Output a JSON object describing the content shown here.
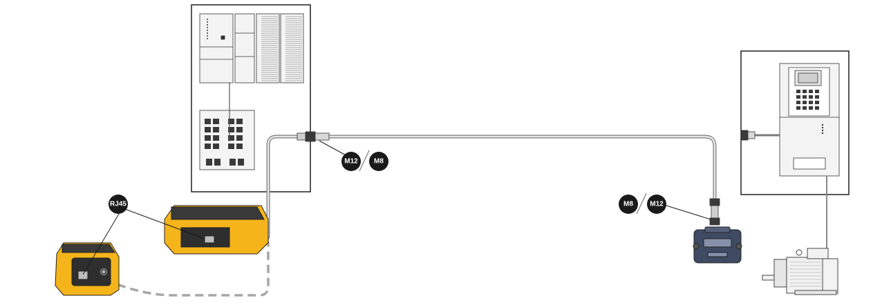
{
  "diagram": {
    "labels": {
      "rj45": "RJ45",
      "left_connector_primary": "M12",
      "left_connector_alt": "M8",
      "right_connector_primary": "M8",
      "right_connector_alt": "M12"
    },
    "colors": {
      "tester_body": "#f6b41b",
      "tester_dark": "#3a3a3a",
      "cable": "#7a7a7a",
      "cable_light": "#e8e8e8",
      "dashed_cable": "#a6a6a6",
      "panel_outline": "#1e1e1e",
      "device_blue": "#3f4a63",
      "motor_fill": "#f2f2f2",
      "badge_fill": "#1a1a1a"
    }
  }
}
